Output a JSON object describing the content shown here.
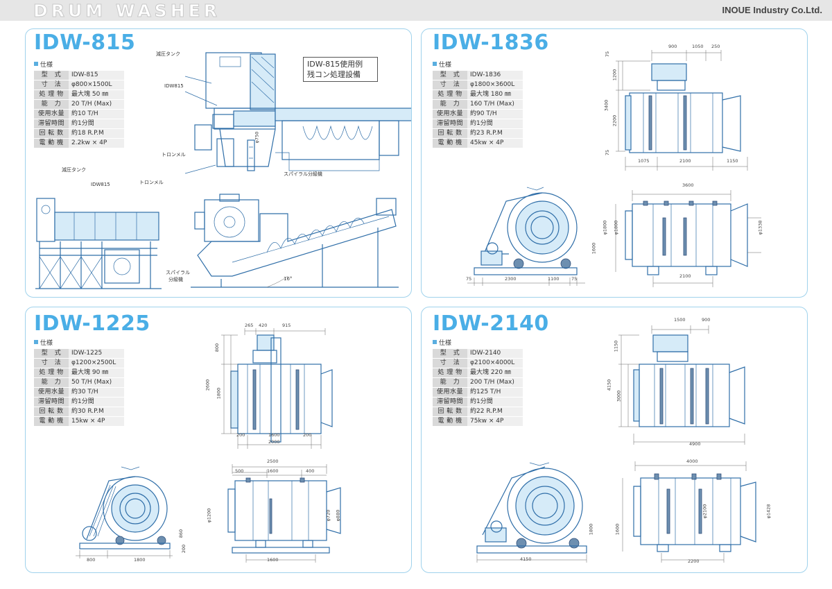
{
  "header": {
    "title": "DRUM WASHER",
    "company": "INOUE Industry Co.Ltd."
  },
  "spec_heading": "仕様",
  "panels": {
    "idw815": {
      "model": "IDW-815",
      "specs": [
        {
          "k": "型　式",
          "v": "IDW-815"
        },
        {
          "k": "寸　法",
          "v": "φ800×1500L"
        },
        {
          "k": "処 理 物",
          "v": "最大塊 50 ㎜"
        },
        {
          "k": "能　力",
          "v": "20 T/H (Max)"
        },
        {
          "k": "使用水量",
          "v": "約10 T/H"
        },
        {
          "k": "滞留時間",
          "v": "約1分間"
        },
        {
          "k": "回 転 数",
          "v": "約18 R.P.M"
        },
        {
          "k": "電 動 機",
          "v": "2.2kw × 4P"
        }
      ],
      "example_line1": "IDW-815使用例",
      "example_line2": "残コン処理設備",
      "labels": {
        "tank_top": "減圧タンク",
        "idw815_top": "IDW815",
        "trommel_top": "トロンメル",
        "spiral_top": "スパイラル分級機",
        "phi750": "φ750",
        "tank_side": "減圧タンク",
        "idw815_side": "IDW815",
        "trommel_side": "トロンメル",
        "spiral_side1": "スパイラル",
        "spiral_side2": "分級機",
        "angle": "16°"
      }
    },
    "idw1836": {
      "model": "IDW-1836",
      "specs": [
        {
          "k": "型　式",
          "v": "IDW-1836"
        },
        {
          "k": "寸　法",
          "v": "φ1800×3600L"
        },
        {
          "k": "処 理 物",
          "v": "最大塊 180 ㎜"
        },
        {
          "k": "能　力",
          "v": "160 T/H (Max)"
        },
        {
          "k": "使用水量",
          "v": "約90 T/H"
        },
        {
          "k": "滞留時間",
          "v": "約1分間"
        },
        {
          "k": "回 転 数",
          "v": "約23 R.P.M"
        },
        {
          "k": "電 動 機",
          "v": "45kw × 4P"
        }
      ],
      "dims": {
        "d900": "900",
        "d1050": "1050",
        "d250": "250",
        "d75a": "75",
        "d1200": "1200",
        "d3400": "3400",
        "d2200": "2200",
        "d75b": "75",
        "d1075": "1075",
        "d2100a": "2100",
        "d1150": "1150",
        "d3600": "3600",
        "phi1800a": "φ1800",
        "phi1800b": "φ1800",
        "phi1338": "φ1338",
        "d1600": "1600",
        "d2100b": "2100",
        "d75c": "75",
        "d2300": "2300",
        "d1100": "1100",
        "d75d": "75"
      }
    },
    "idw1225": {
      "model": "IDW-1225",
      "specs": [
        {
          "k": "型　式",
          "v": "IDW-1225"
        },
        {
          "k": "寸　法",
          "v": "φ1200×2500L"
        },
        {
          "k": "処 理 物",
          "v": "最大塊 90 ㎜"
        },
        {
          "k": "能　力",
          "v": "50 T/H (Max)"
        },
        {
          "k": "使用水量",
          "v": "約30 T/H"
        },
        {
          "k": "滞留時間",
          "v": "約1分間"
        },
        {
          "k": "回 転 数",
          "v": "約30 R.P.M"
        },
        {
          "k": "電 動 機",
          "v": "15kw × 4P"
        }
      ],
      "dims": {
        "d265": "265",
        "d420": "420",
        "d915": "915",
        "d800": "800",
        "d2600": "2600",
        "d1800": "1800",
        "d200a": "200",
        "d1600a": "1600",
        "d200b": "200",
        "d2000": "2000",
        "d2500": "2500",
        "d500": "500",
        "d1600b": "1600",
        "d400": "400",
        "phi1200": "φ1200",
        "phi720": "φ720",
        "phi880": "φ880",
        "d1600c": "1600",
        "d860": "860",
        "d200c": "200",
        "d800b": "800",
        "d1800b": "1800"
      }
    },
    "idw2140": {
      "model": "IDW-2140",
      "specs": [
        {
          "k": "型　式",
          "v": "IDW-2140"
        },
        {
          "k": "寸　法",
          "v": "φ2100×4000L"
        },
        {
          "k": "処 理 物",
          "v": "最大塊 220 ㎜"
        },
        {
          "k": "能　力",
          "v": "200 T/H (Max)"
        },
        {
          "k": "使用水量",
          "v": "約125 T/H"
        },
        {
          "k": "滞留時間",
          "v": "約1分間"
        },
        {
          "k": "回 転 数",
          "v": "約22 R.P.M"
        },
        {
          "k": "電 動 機",
          "v": "75kw × 4P"
        }
      ],
      "dims": {
        "d1500": "1500",
        "d900": "900",
        "d1150": "1150",
        "d4150a": "4150",
        "d3000": "3000",
        "d4900": "4900",
        "d4000": "4000",
        "phi2100": "φ2100",
        "phi1428": "φ1428",
        "d1800": "1800",
        "d1600": "1600",
        "d4150b": "4150",
        "d2200": "2200"
      }
    }
  }
}
